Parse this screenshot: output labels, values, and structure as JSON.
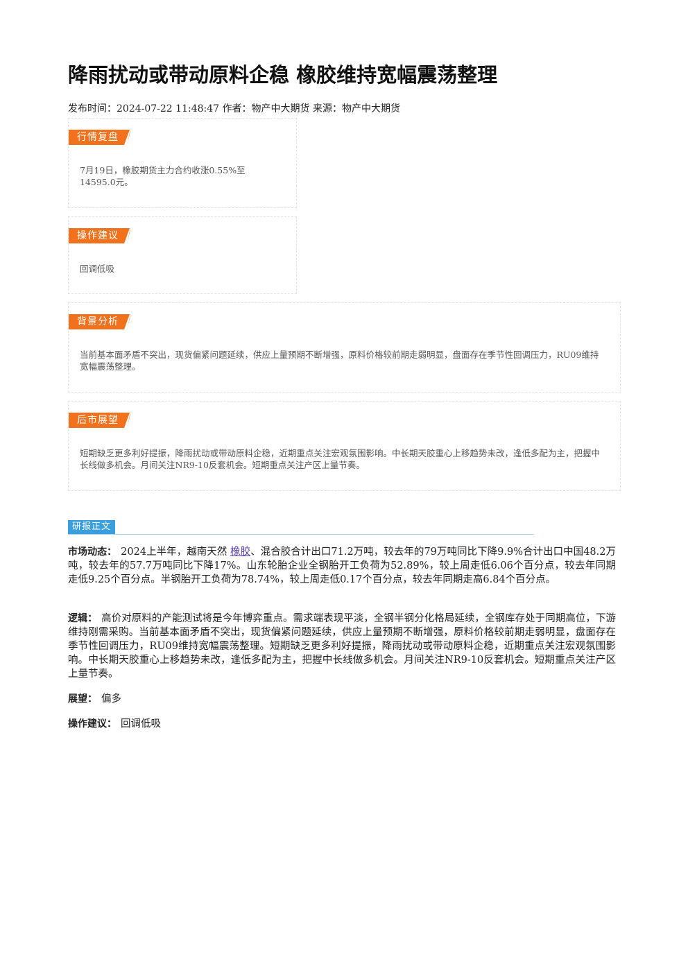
{
  "title": "降雨扰动或带动原料企稳 橡胶维持宽幅震荡整理",
  "meta": {
    "publish_label": "发布时间：",
    "publish_time": "2024-07-22 11:48:47",
    "author_label": "作者：",
    "author": "物产中大期货",
    "source_label": "来源：",
    "source": "物产中大期货"
  },
  "cards": [
    {
      "tag": "行情复盘",
      "text": "7月19日，橡胶期货主力合约收涨0.55%至14595.0元。"
    },
    {
      "tag": "操作建议",
      "text": "回调低吸"
    },
    {
      "tag": "背景分析",
      "text": "当前基本面矛盾不突出，现货偏紧问题延续，供应上量预期不断增强，原料价格较前期走弱明显，盘面存在季节性回调压力，RU09维持宽幅震荡整理。"
    },
    {
      "tag": "后市展望",
      "text": "短期缺乏更多利好提振，降雨扰动或带动原料企稳，近期重点关注宏观氛围影响。中长期天胶重心上移趋势未改，逢低多配为主，把握中长线做多机会。月间关注NR9-10反套机会。短期重点关注产区上量节奏。"
    }
  ],
  "report": {
    "section_label": "研报正文",
    "market": {
      "label": "市场动态：",
      "pre": "2024上半年，越南天然",
      "link": "橡胶",
      "post": "、混合胶合计出口71.2万吨，较去年的79万吨同比下降9.9%合计出口中国48.2万吨，较去年的57.7万吨同比下降17%。山东轮胎企业全钢胎开工负荷为52.89%，较上周走低6.06个百分点，较去年同期走低9.25个百分点。半钢胎开工负荷为78.74%，较上周走低0.17个百分点，较去年同期走高6.84个百分点。"
    },
    "logic": {
      "label": "逻辑：",
      "text": "高价对原料的产能测试将是今年博弈重点。需求端表现平淡，全钢半钢分化格局延续，全钢库存处于同期高位，下游维持刚需采购。当前基本面矛盾不突出，现货偏紧问题延续，供应上量预期不断增强，原料价格较前期走弱明显，盘面存在季节性回调压力，RU09维持宽幅震荡整理。短期缺乏更多利好提振，降雨扰动或带动原料企稳，近期重点关注宏观氛围影响。中长期天胶重心上移趋势未改，逢低多配为主，把握中长线做多机会。月间关注NR9-10反套机会。短期重点关注产区上量节奏。"
    },
    "outlook": {
      "label": "展望：",
      "text": "偏多"
    },
    "advice": {
      "label": "操作建议：",
      "text": "回调低吸"
    }
  },
  "colors": {
    "tag_orange": "#f2711c",
    "section_blue": "#3a9fdc",
    "link_purple": "#5b3fa8"
  }
}
